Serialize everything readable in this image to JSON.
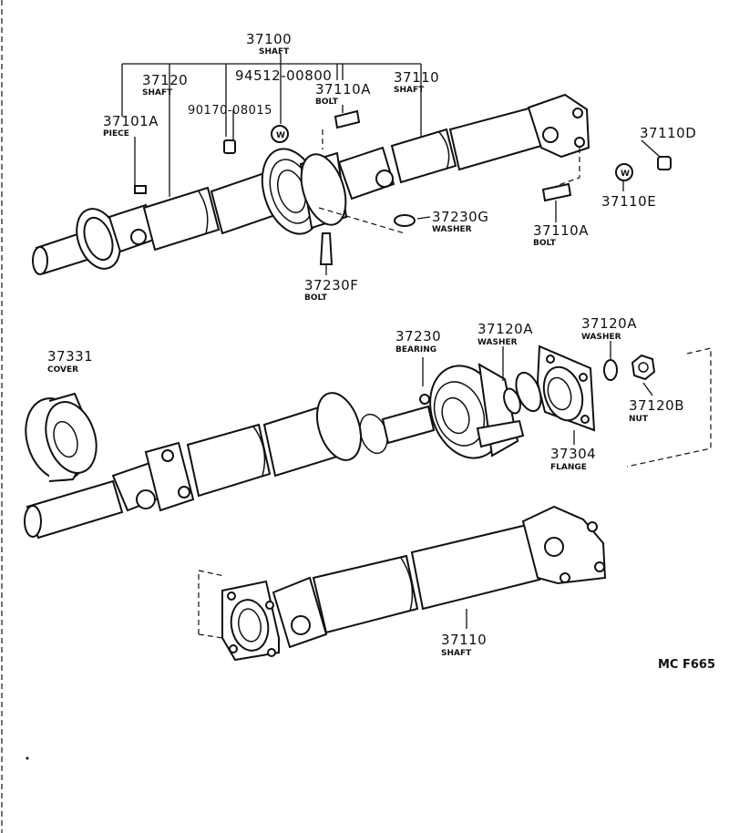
{
  "diagram": {
    "code": "MC F665",
    "callouts": [
      {
        "id": "c-37100",
        "number": "37100",
        "name": "SHAFT"
      },
      {
        "id": "c-37120",
        "number": "37120",
        "name": "SHAFT"
      },
      {
        "id": "c-94512",
        "number": "94512-00800",
        "name": ""
      },
      {
        "id": "c-37110-top",
        "number": "37110",
        "name": "SHAFT"
      },
      {
        "id": "c-37110a-top",
        "number": "37110A",
        "name": "BOLT"
      },
      {
        "id": "c-90170",
        "number": "90170-08015",
        "name": ""
      },
      {
        "id": "c-37101a",
        "number": "37101A",
        "name": "PIECE"
      },
      {
        "id": "c-37110d",
        "number": "37110D",
        "name": ""
      },
      {
        "id": "c-37110e",
        "number": "37110E",
        "name": ""
      },
      {
        "id": "c-37110a-right",
        "number": "37110A",
        "name": "BOLT"
      },
      {
        "id": "c-37230g",
        "number": "37230G",
        "name": "WASHER"
      },
      {
        "id": "c-37230f",
        "number": "37230F",
        "name": "BOLT"
      },
      {
        "id": "c-37331",
        "number": "37331",
        "name": "COVER"
      },
      {
        "id": "c-37230",
        "number": "37230",
        "name": "BEARING"
      },
      {
        "id": "c-37120a-1",
        "number": "37120A",
        "name": "WASHER"
      },
      {
        "id": "c-37120a-2",
        "number": "37120A",
        "name": "WASHER"
      },
      {
        "id": "c-37120b",
        "number": "37120B",
        "name": "NUT"
      },
      {
        "id": "c-37304",
        "number": "37304",
        "name": "FLANGE"
      },
      {
        "id": "c-37110-bottom",
        "number": "37110",
        "name": "SHAFT"
      }
    ],
    "washer_mark": "W"
  }
}
